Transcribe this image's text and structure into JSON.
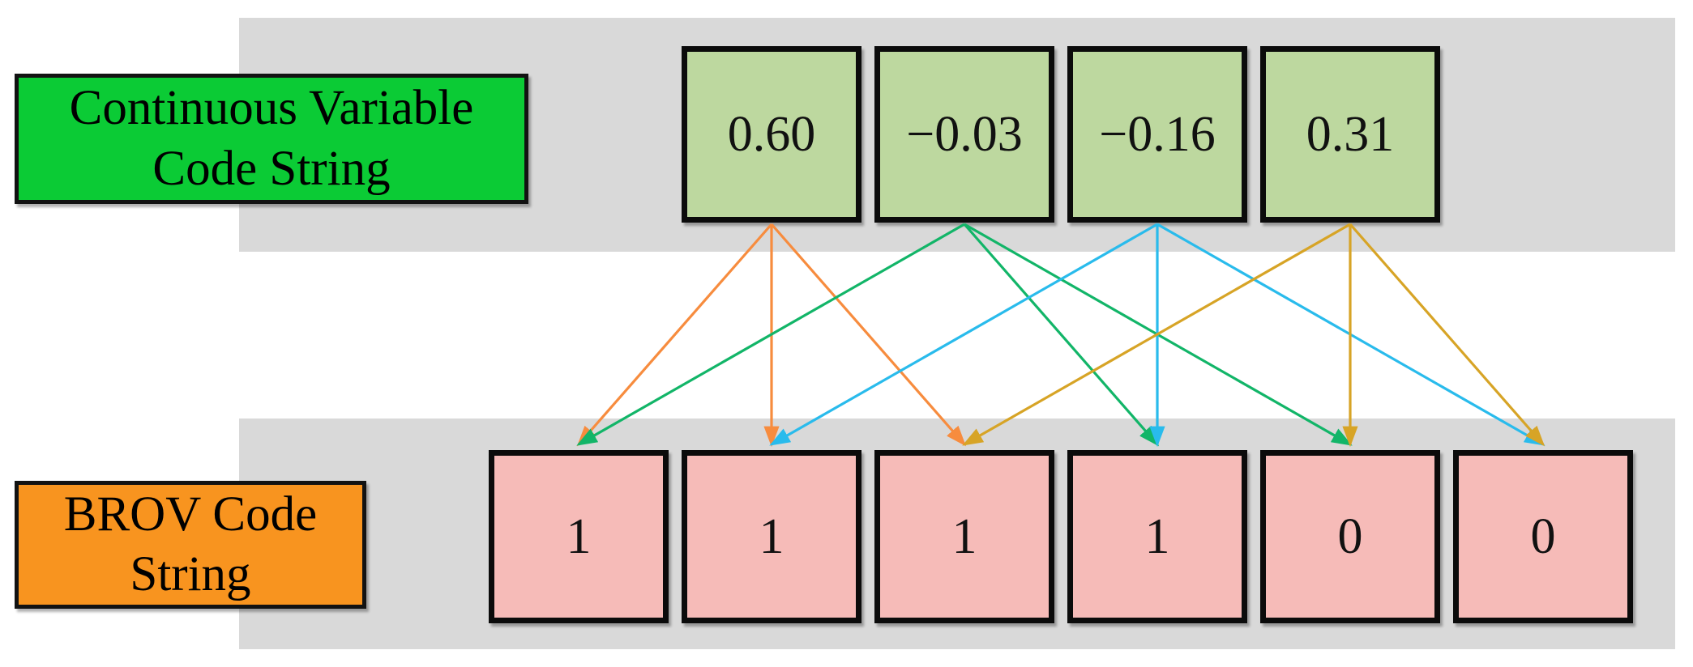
{
  "diagram": {
    "top_label": {
      "line1": "Continuous Variable",
      "line2": "Code String"
    },
    "bottom_label": {
      "line1": "BROV Code",
      "line2": "String"
    },
    "continuous_values": [
      "0.60",
      "−0.03",
      "−0.16",
      "0.31"
    ],
    "brov_values": [
      "1",
      "1",
      "1",
      "1",
      "0",
      "0"
    ],
    "connections": [
      {
        "from": 0,
        "to": 0
      },
      {
        "from": 0,
        "to": 1
      },
      {
        "from": 0,
        "to": 2
      },
      {
        "from": 1,
        "to": 0
      },
      {
        "from": 1,
        "to": 3
      },
      {
        "from": 1,
        "to": 4
      },
      {
        "from": 2,
        "to": 1
      },
      {
        "from": 2,
        "to": 3
      },
      {
        "from": 2,
        "to": 5
      },
      {
        "from": 3,
        "to": 2
      },
      {
        "from": 3,
        "to": 4
      },
      {
        "from": 3,
        "to": 5
      }
    ],
    "arrow_colors_by_source": [
      "#f78c3e",
      "#12b568",
      "#29bbec",
      "#d7a426"
    ],
    "colors": {
      "top_label_bg": "#0bcb35",
      "bottom_label_bg": "#f8941f",
      "continuous_box_bg": "#bdd89f",
      "brov_box_bg": "#f6bbb8",
      "band_bg": "#d9d9d9",
      "box_border": "#0b0b0b"
    }
  }
}
